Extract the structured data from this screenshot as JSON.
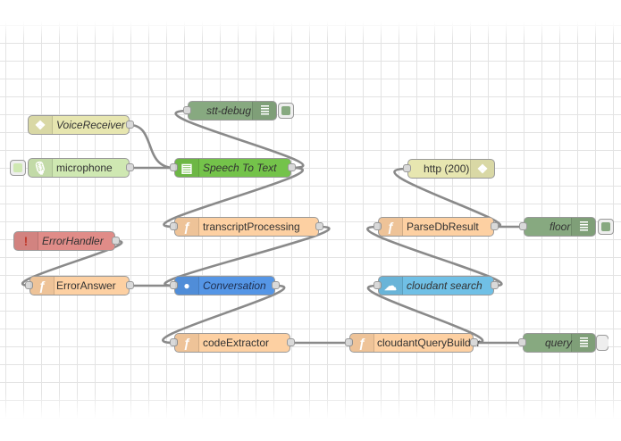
{
  "flow": {
    "nodes": {
      "stt_debug": {
        "label": "stt-debug",
        "icon": "debug-list-icon",
        "color": "#87a980"
      },
      "voice_receiver": {
        "label": "VoiceReceiver",
        "icon": "websocket-icon",
        "color": "#e7e6b0"
      },
      "microphone": {
        "label": "microphone",
        "icon": "microphone-icon",
        "color": "#cfe8b2"
      },
      "speech_to_text": {
        "label": "Speech To Text",
        "icon": "document-icon",
        "color": "#74c34a"
      },
      "transcript_processing": {
        "label": "transcriptProcessing",
        "icon": "function-icon",
        "color": "#fdd0a2"
      },
      "error_handler": {
        "label": "ErrorHandler",
        "icon": "exclamation-icon",
        "color": "#e08c88"
      },
      "error_answer": {
        "label": "ErrorAnswer",
        "icon": "function-icon",
        "color": "#fdd0a2"
      },
      "conversation": {
        "label": "Conversation",
        "icon": "chat-bubble-icon",
        "color": "#5596e6"
      },
      "code_extractor": {
        "label": "codeExtractor",
        "icon": "function-icon",
        "color": "#fdd0a2"
      },
      "cloudant_query_builder": {
        "label": "cloudantQueryBuilder",
        "icon": "function-icon",
        "color": "#fdd0a2"
      },
      "http_200": {
        "label": "http (200)",
        "icon": "globe-icon",
        "color": "#e7e6b0"
      },
      "parse_db_result": {
        "label": "ParseDbResult",
        "icon": "function-icon",
        "color": "#fdd0a2"
      },
      "floor": {
        "label": "floor",
        "icon": "debug-list-icon",
        "color": "#87a980"
      },
      "cloudant_search": {
        "label": "cloudant search",
        "icon": "cloud-icon",
        "color": "#70c0e6"
      },
      "query": {
        "label": "query",
        "icon": "debug-list-icon",
        "color": "#87a980"
      }
    }
  }
}
